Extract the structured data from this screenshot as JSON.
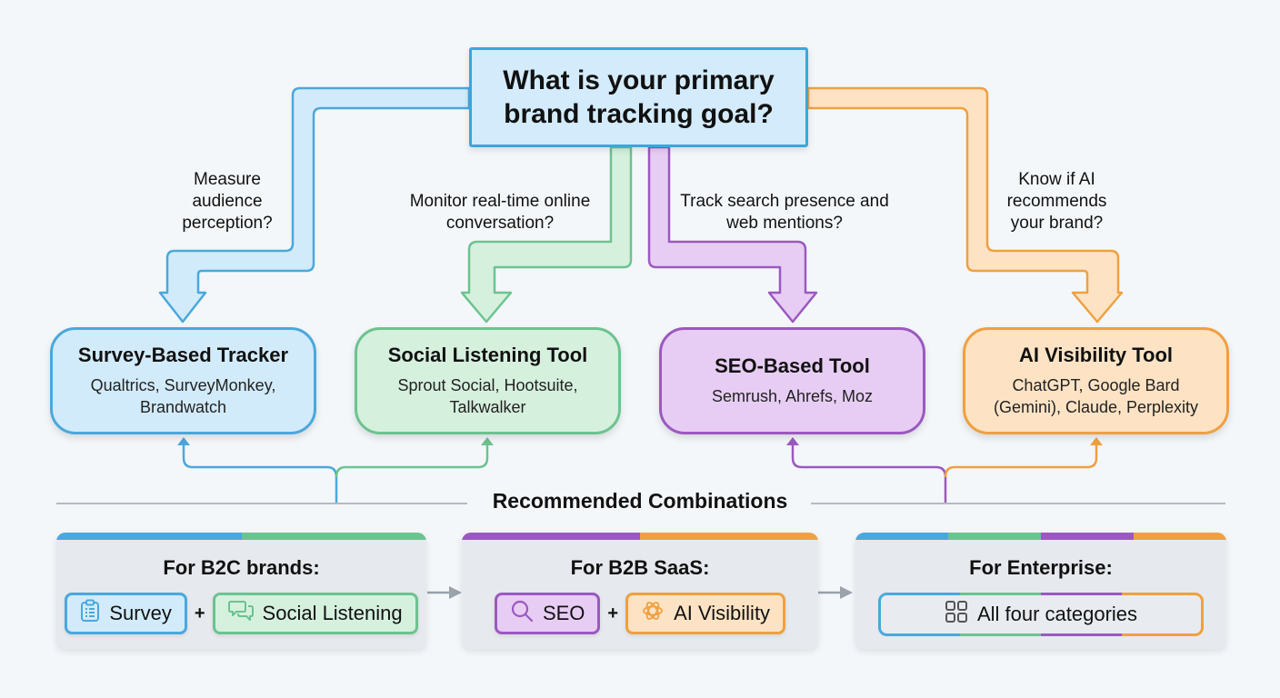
{
  "question": {
    "text": "What is your primary brand tracking goal?"
  },
  "branches": [
    {
      "label": "Measure audience perception?",
      "color": "#4aa8dc"
    },
    {
      "label": "Monitor real-time online conversation?",
      "color": "#6cc38f"
    },
    {
      "label": "Track search presence and web mentions?",
      "color": "#9b59c0"
    },
    {
      "label": "Know if AI recommends your brand?",
      "color": "#f0a040"
    }
  ],
  "categories": [
    {
      "title": "Survey-Based Tracker",
      "tools": "Qualtrics, SurveyMonkey, Brandwatch",
      "border": "#4aa8dc",
      "fill": "#d2ebfa"
    },
    {
      "title": "Social Listening Tool",
      "tools": "Sprout Social, Hootsuite, Talkwalker",
      "border": "#6cc38f",
      "fill": "#d6f0de"
    },
    {
      "title": "SEO-Based Tool",
      "tools": "Semrush, Ahrefs, Moz",
      "border": "#9b59c0",
      "fill": "#e7cdf3"
    },
    {
      "title": "AI Visibility Tool",
      "tools": "ChatGPT, Google Bard (Gemini), Claude, Perplexity",
      "border": "#f0a040",
      "fill": "#fde3c4"
    }
  ],
  "section": {
    "title": "Recommended Combinations"
  },
  "combos": [
    {
      "title": "For B2C brands:",
      "chips": [
        {
          "label": "Survey",
          "icon": "clipboard-icon"
        },
        {
          "label": "Social Listening",
          "icon": "chat-bubbles-icon"
        }
      ],
      "plus": "+"
    },
    {
      "title": "For B2B SaaS:",
      "chips": [
        {
          "label": "SEO",
          "icon": "search-icon"
        },
        {
          "label": "AI Visibility",
          "icon": "ai-knot-icon"
        }
      ],
      "plus": "+"
    },
    {
      "title": "For Enterprise:",
      "chips": [
        {
          "label": "All four categories",
          "icon": "grid-icon"
        }
      ]
    }
  ],
  "colors": {
    "blue": "#4aa8dc",
    "green": "#6cc38f",
    "purple": "#9b59c0",
    "orange": "#f0a040",
    "background": "#f4f7fa"
  }
}
